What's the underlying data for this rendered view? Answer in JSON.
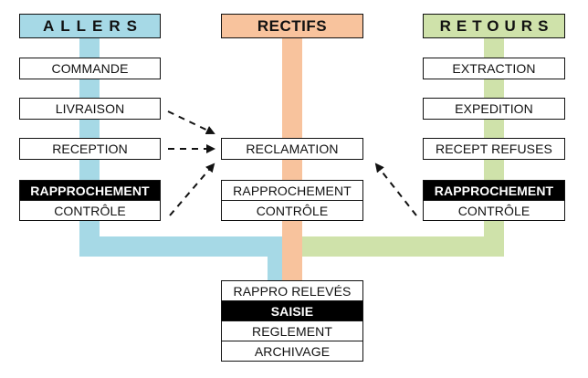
{
  "columns": {
    "allers": {
      "title": "ALLERS",
      "color": "#a6d9e6",
      "steps": [
        "COMMANDE",
        "LIVRAISON",
        "RECEPTION"
      ],
      "check_top": "RAPPROCHEMENT",
      "check_bottom": "CONTRÔLE"
    },
    "rectifs": {
      "title": "RECTIFS",
      "color": "#f8c39d",
      "steps": [
        "RECLAMATION"
      ],
      "check_top": "RAPPROCHEMENT",
      "check_bottom": "CONTRÔLE"
    },
    "retours": {
      "title": "RETOURS",
      "color": "#cfe2aa",
      "steps": [
        "EXTRACTION",
        "EXPEDITION",
        "RECEPT REFUSES"
      ],
      "check_top": "RAPPROCHEMENT",
      "check_bottom": "CONTRÔLE"
    }
  },
  "final": {
    "items": [
      "RAPPRO RELEVÉS",
      "SAISIE",
      "REGLEMENT",
      "ARCHIVAGE"
    ]
  }
}
